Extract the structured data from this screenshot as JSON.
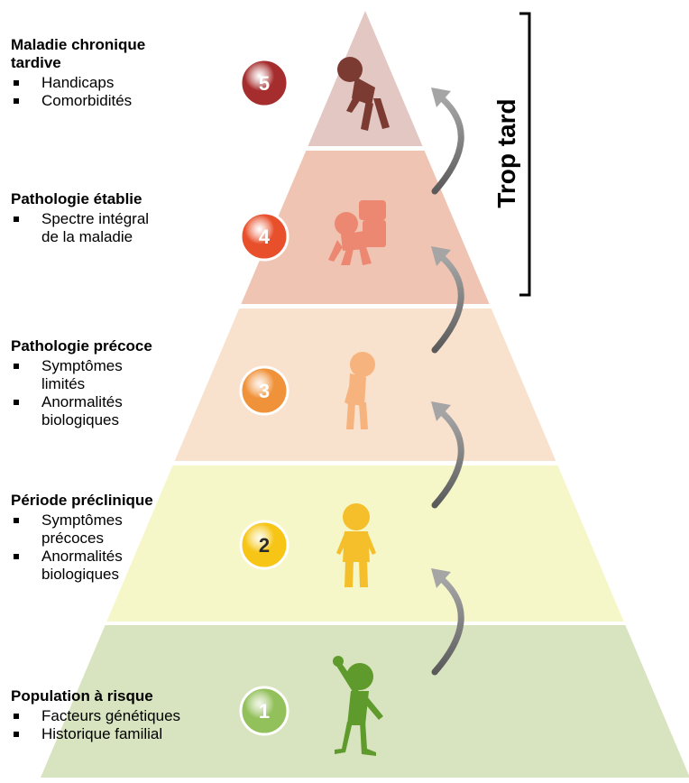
{
  "diagram": {
    "bracket_label": "Trop tard",
    "stages": [
      {
        "number": "1",
        "title": "Population à risque",
        "bullets": [
          "Facteurs génétiques",
          "Historique familial"
        ],
        "tier_color": "#d8e3bf",
        "badge_color": "#92c05a",
        "figure_color": "#5f9a2c",
        "figure": "cheering-person-icon"
      },
      {
        "number": "2",
        "title": "Période préclinique",
        "bullets": [
          "Symptômes\nprécoces",
          "Anormalités\nbiologiques"
        ],
        "tier_color": "#f6f7c8",
        "badge_color": "#f6c516",
        "figure_color": "#f4bf2a",
        "figure": "standing-person-icon"
      },
      {
        "number": "3",
        "title": "Pathologie précoce",
        "bullets": [
          "Symptômes\nlimités",
          "Anormalités\nbiologiques"
        ],
        "tier_color": "#f8e1cd",
        "badge_color": "#f0923a",
        "figure_color": "#f6b37e",
        "figure": "tired-person-icon"
      },
      {
        "number": "4",
        "title": "Pathologie établie",
        "bullets": [
          "Spectre intégral\nde la maladie"
        ],
        "tier_color": "#efc4b3",
        "badge_color": "#e8502c",
        "figure_color": "#ec8872",
        "figure": "burdened-person-icon"
      },
      {
        "number": "5",
        "title": "Maladie chronique\ntardive",
        "bullets": [
          "Handicaps",
          "Comorbidités"
        ],
        "tier_color": "#e2c7c3",
        "badge_color": "#a62d2d",
        "figure_color": "#7b3b33",
        "figure": "collapsed-person-icon"
      }
    ]
  }
}
